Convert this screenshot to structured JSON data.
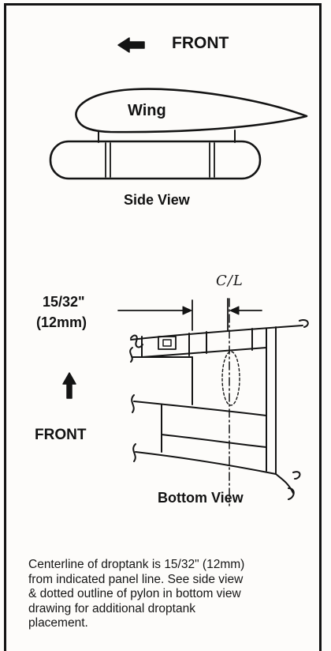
{
  "labels": {
    "front_top": "FRONT",
    "wing": "Wing",
    "side_view": "Side View",
    "dimension_fraction": "15/32\"",
    "dimension_metric": "(12mm)",
    "centerline": "C/L",
    "front_left": "FRONT",
    "bottom_view": "Bottom View"
  },
  "caption": {
    "lines": [
      "Centerline of droptank is 15/32\" (12mm)",
      "from indicated panel line.  See side view",
      "& dotted outline of pylon in bottom view",
      "drawing for additional droptank",
      "placement."
    ]
  },
  "colors": {
    "ink": "#141414",
    "paper": "#fdfcfa"
  }
}
